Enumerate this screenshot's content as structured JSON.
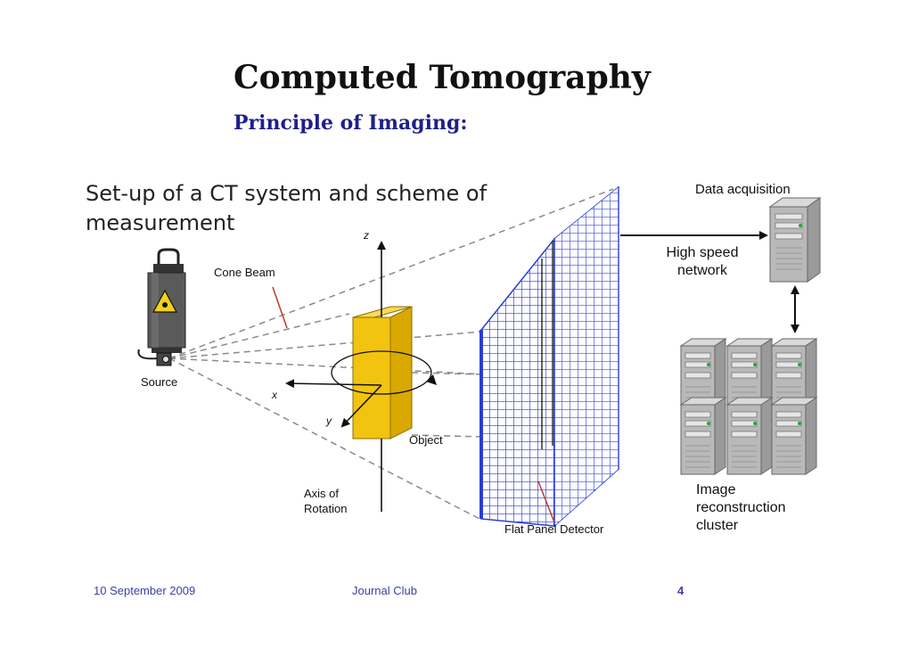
{
  "slide": {
    "title": "Computed Tomography",
    "subtitle": "Principle of Imaging:",
    "heading_line1": "Set-up of a CT system and scheme of",
    "heading_line2": "measurement"
  },
  "labels": {
    "cone_beam": "Cone Beam",
    "source": "Source",
    "axis_x": "x",
    "axis_y": "y",
    "axis_z": "z",
    "object": "Object",
    "axis_of_rotation_line1": "Axis of",
    "axis_of_rotation_line2": "Rotation",
    "flat_panel_detector": "Flat Panel Detector",
    "data_acquisition": "Data acquisition",
    "high_speed_line1": "High speed",
    "high_speed_line2": "network",
    "image_reconstruction_line1": "Image",
    "image_reconstruction_line2": "reconstruction",
    "image_reconstruction_line3": "cluster"
  },
  "footer": {
    "date": "10 September 2009",
    "center": "Journal Club",
    "page": "4"
  },
  "colors": {
    "detector_grid": "#2c3ed1",
    "object_fill": "#f2c40f",
    "warning_fill": "#f3d21a",
    "server_body": "#b9b9b9",
    "footer_text": "#3b3fa6"
  }
}
